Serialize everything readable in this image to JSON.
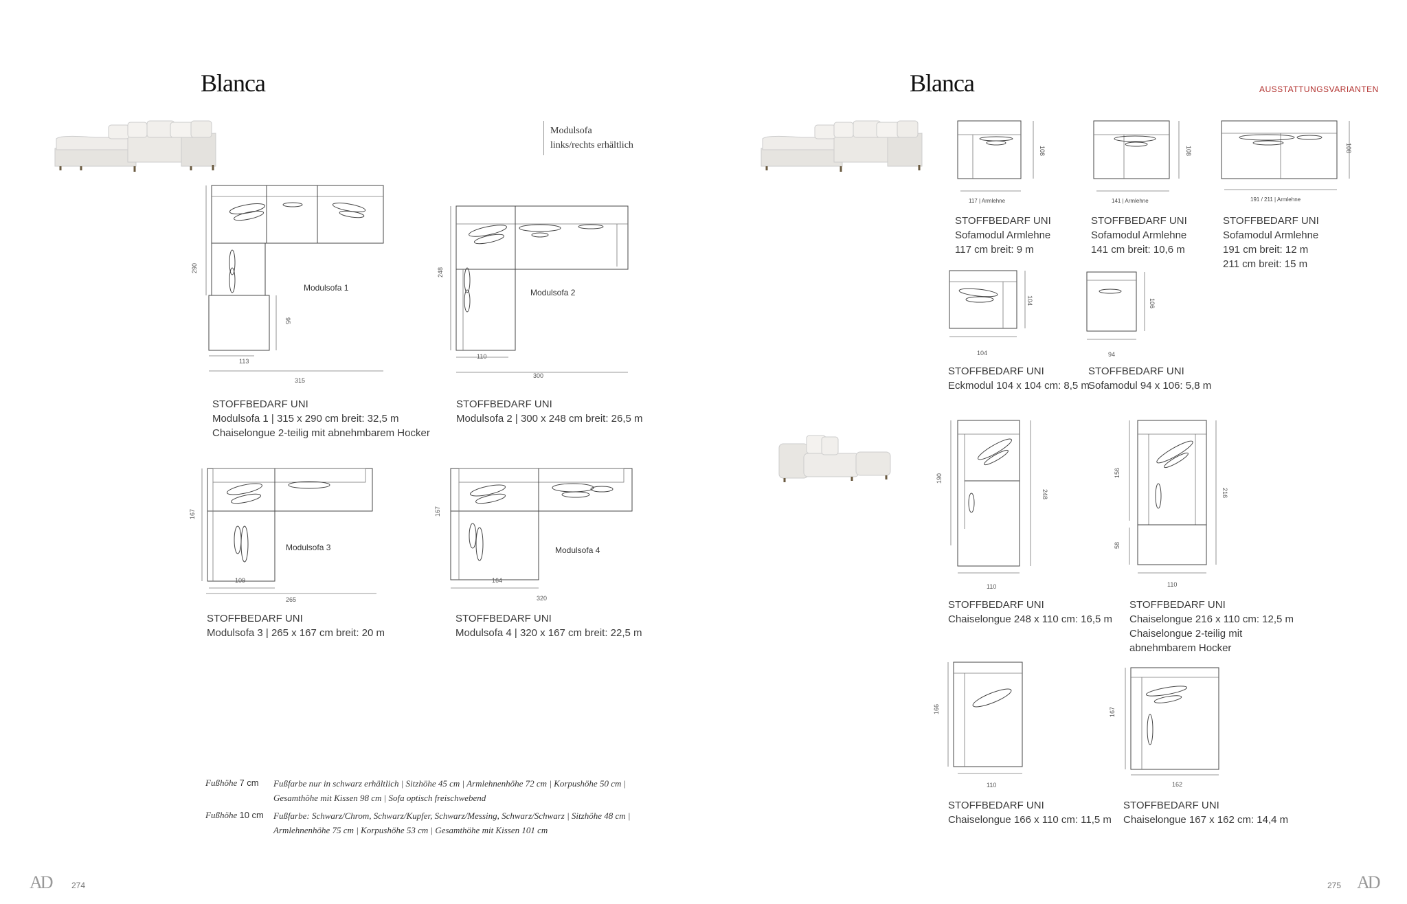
{
  "left_page": {
    "title": "Blanca",
    "subtitle_line1": "Modulsofa",
    "subtitle_line2": "links/rechts erhältlich",
    "page_number": "274",
    "logo": "AD",
    "sofas": [
      {
        "name": "Modulsofa 1",
        "dims": {
          "h": "290",
          "depth": "95",
          "w1": "113",
          "w": "315"
        },
        "fabric_head": "STOFFBEDARF UNI",
        "line1": "Modulsofa 1 | 315 x 290 cm breit: 32,5 m",
        "line2": "Chaiselongue 2-teilig mit abnehmbarem Hocker"
      },
      {
        "name": "Modulsofa 2",
        "dims": {
          "h": "248",
          "w1": "110",
          "w": "300"
        },
        "fabric_head": "STOFFBEDARF UNI",
        "line1": "Modulsofa 2 | 300 x 248 cm breit: 26,5 m"
      },
      {
        "name": "Modulsofa 3",
        "dims": {
          "h": "167",
          "w1": "109",
          "w": "265"
        },
        "fabric_head": "STOFFBEDARF UNI",
        "line1": "Modulsofa 3 | 265 x 167 cm breit: 20 m"
      },
      {
        "name": "Modulsofa 4",
        "dims": {
          "h": "167",
          "w1": "164",
          "w": "320"
        },
        "fabric_head": "STOFFBEDARF UNI",
        "line1": "Modulsofa 4 | 320 x 167 cm breit: 22,5 m"
      }
    ],
    "footnotes": [
      {
        "label_a": "Fußhöhe",
        "label_b": "7 cm",
        "line1": "Fußfarbe nur in schwarz erhältlich | Sitzhöhe 45 cm | Armlehnenhöhe 72 cm | Korpushöhe 50 cm |",
        "line2": "Gesamthöhe mit Kissen 98 cm | Sofa optisch freischwebend"
      },
      {
        "label_a": "Fußhöhe",
        "label_b": "10 cm",
        "line1": "Fußfarbe: Schwarz/Chrom, Schwarz/Kupfer, Schwarz/Messing, Schwarz/Schwarz | Sitzhöhe 48 cm |",
        "line2": "Armlehnenhöhe 75 cm | Korpushöhe 53 cm | Gesamthöhe mit Kissen 101 cm"
      }
    ]
  },
  "right_page": {
    "title": "Blanca",
    "section": "AUSSTATTUNGSVARIANTEN",
    "page_number": "275",
    "logo": "AD",
    "modules": [
      {
        "caption": "117 | Armlehne",
        "depth": "108",
        "head": "STOFFBEDARF UNI",
        "l1": "Sofamodul Armlehne",
        "l2": "117 cm breit: 9 m"
      },
      {
        "caption": "141 | Armlehne",
        "depth": "108",
        "head": "STOFFBEDARF UNI",
        "l1": "Sofamodul Armlehne",
        "l2": "141 cm breit: 10,6 m"
      },
      {
        "caption": "191 / 211 | Armlehne",
        "depth": "108",
        "head": "STOFFBEDARF UNI",
        "l1": "Sofamodul Armlehne",
        "l2": "191 cm breit: 12 m",
        "l3": "211 cm breit: 15 m"
      },
      {
        "caption": "104",
        "depth": "104",
        "head": "STOFFBEDARF UNI",
        "l1": "Eckmodul 104 x 104 cm: 8,5 m"
      },
      {
        "caption": "94",
        "depth": "106",
        "head": "STOFFBEDARF UNI",
        "l1": "Sofamodul 94 x 106: 5,8 m"
      }
    ],
    "chaises": [
      {
        "w": "110",
        "h1": "190",
        "h2": "248",
        "head": "STOFFBEDARF UNI",
        "l1": "Chaiselongue 248 x 110 cm: 16,5 m"
      },
      {
        "w": "110",
        "h1": "156",
        "h3": "58",
        "h2": "216",
        "head": "STOFFBEDARF UNI",
        "l1": "Chaiselongue 216 x 110 cm: 12,5 m",
        "l2": "Chaiselongue 2-teilig mit",
        "l3": "abnehmbarem Hocker"
      },
      {
        "w": "110",
        "h1": "166",
        "head": "STOFFBEDARF UNI",
        "l1": "Chaiselongue 166 x 110 cm: 11,5 m"
      },
      {
        "w": "162",
        "h1": "167",
        "head": "STOFFBEDARF UNI",
        "l1": "Chaiselongue 167 x 162 cm: 14,4 m"
      }
    ]
  }
}
